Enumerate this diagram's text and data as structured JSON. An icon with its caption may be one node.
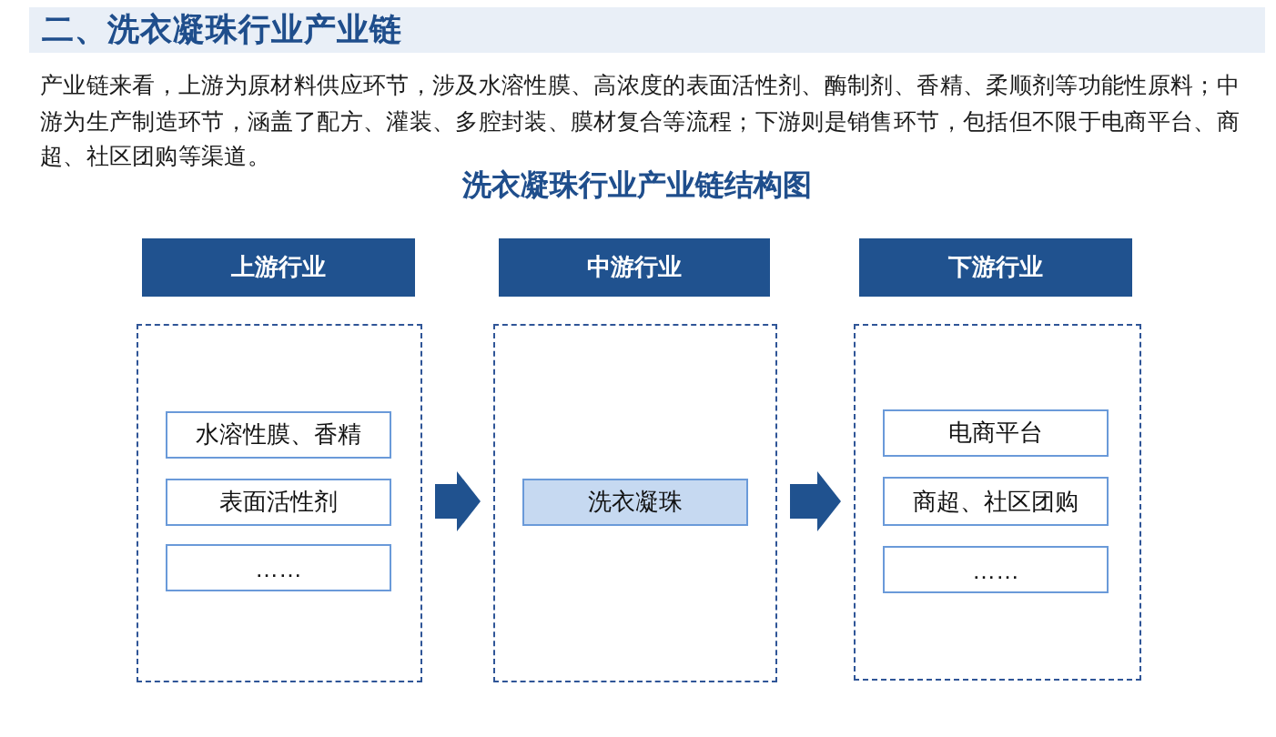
{
  "diagram": {
    "title": "洗衣凝珠行业产业链结构图",
    "nodes": [
      {
        "text": [
          "上游行业"
        ]
      },
      {
        "text": [
          "中游行业"
        ]
      },
      {
        "text": [
          "下游行业"
        ]
      },
      {
        "text": [],
        "shape": "box"
      },
      {
        "text": [
          "水溶性膜、香精"
        ],
        "in": 3
      },
      {
        "text": [
          "表面活性剂"
        ],
        "in": 3
      },
      {
        "text": [
          "……"
        ],
        "in": 3
      },
      {
        "text": [],
        "shape": "box"
      },
      {
        "text": [
          "洗衣凝珠"
        ],
        "in": 7
      },
      {
        "text": [],
        "shape": "box"
      },
      {
        "text": [
          "电商平台"
        ],
        "in": 9
      },
      {
        "text": [
          "商超、社区团购"
        ],
        "in": 9
      },
      {
        "text": [
          "……"
        ],
        "in": 9
      }
    ],
    "edges": [
      {
        "from": 3,
        "to": 7,
        "arrow": "to"
      },
      {
        "from": 7,
        "to": 9,
        "arrow": "to"
      }
    ],
    "labels": [
      "二、洗衣凝珠行业产业链",
      "产业链来看，上游为原材料供应环节，涉及水溶性膜、高浓度的表面活性剂、酶制剂、香精、柔顺剂等功能性原料；中游为生产制造环节，涵盖了配方、灌装、多腔封装、膜材复合等流程；下游则是销售环节，包括但不限于电商平台、商超、社区团购等渠道。"
    ]
  }
}
